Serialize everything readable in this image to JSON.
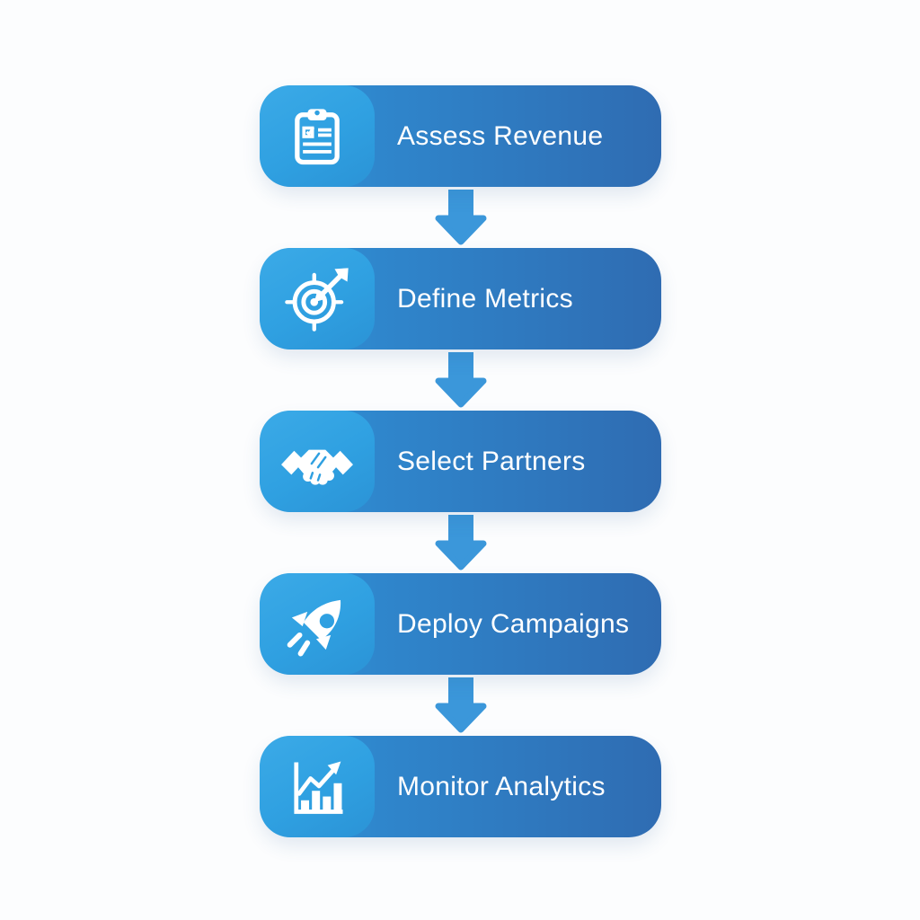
{
  "page": {
    "background_color": "#fcfdfe"
  },
  "flowchart": {
    "direction": "vertical",
    "colors": {
      "card_gradient_left": "#2E98DB",
      "card_gradient_right": "#2F6CB2",
      "icon_tile_blue": "#2FA0E1",
      "arrow_blue": "#3B97DA",
      "label_text": "#FFFFFF"
    },
    "steps": [
      {
        "label": "Assess Revenue",
        "icon": "clipboard-checklist-icon"
      },
      {
        "label": "Define Metrics",
        "icon": "target-arrow-icon"
      },
      {
        "label": "Select Partners",
        "icon": "handshake-icon"
      },
      {
        "label": "Deploy Campaigns",
        "icon": "rocket-icon"
      },
      {
        "label": "Monitor Analytics",
        "icon": "bar-chart-trend-icon"
      }
    ],
    "connector": {
      "shape": "arrow-down",
      "count": 4
    }
  }
}
